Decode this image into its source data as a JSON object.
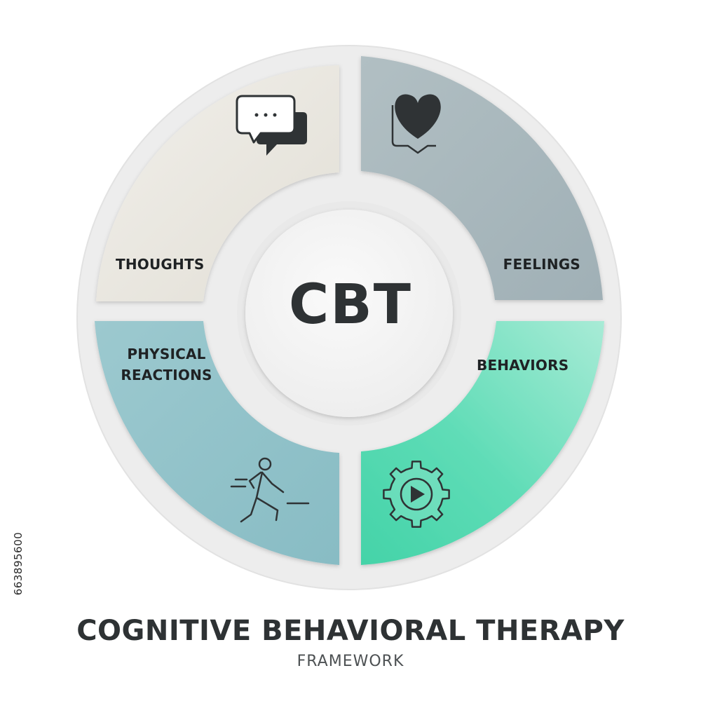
{
  "diagram": {
    "center": "CBT",
    "quadrants": {
      "thoughts": {
        "label": "THOUGHTS",
        "icon": "speech-bubbles-icon",
        "color": "#eae8e1"
      },
      "feelings": {
        "label": "FEELINGS",
        "icon": "heart-icon",
        "color": "#a9b8bd"
      },
      "physical": {
        "label": "PHYSICAL REACTIONS",
        "icon": "running-person-icon",
        "color": "#90c2c9"
      },
      "behaviors": {
        "label": "BEHAVIORS",
        "icon": "gear-play-icon",
        "color": "#52d8b2"
      }
    }
  },
  "title": "COGNITIVE BEHAVIORAL THERAPY",
  "subtitle": "FRAMEWORK",
  "stock_id": "663895600"
}
